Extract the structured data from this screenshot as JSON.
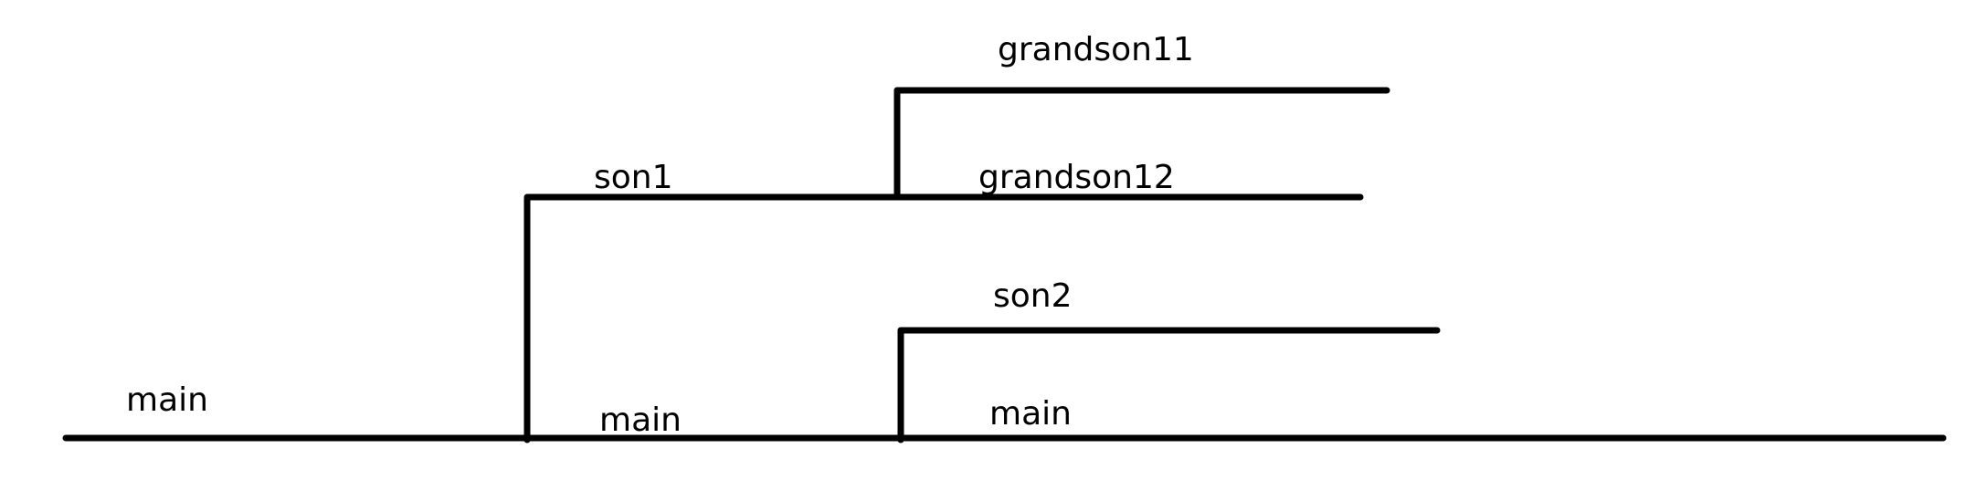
{
  "labels": {
    "main_left": "main",
    "main_middle": "main",
    "main_right": "main",
    "son1": "son1",
    "son2": "son2",
    "grandson11": "grandson11",
    "grandson12": "grandson12"
  },
  "colors": {
    "line": "#000000",
    "text": "#000000",
    "background": "#ffffff"
  }
}
